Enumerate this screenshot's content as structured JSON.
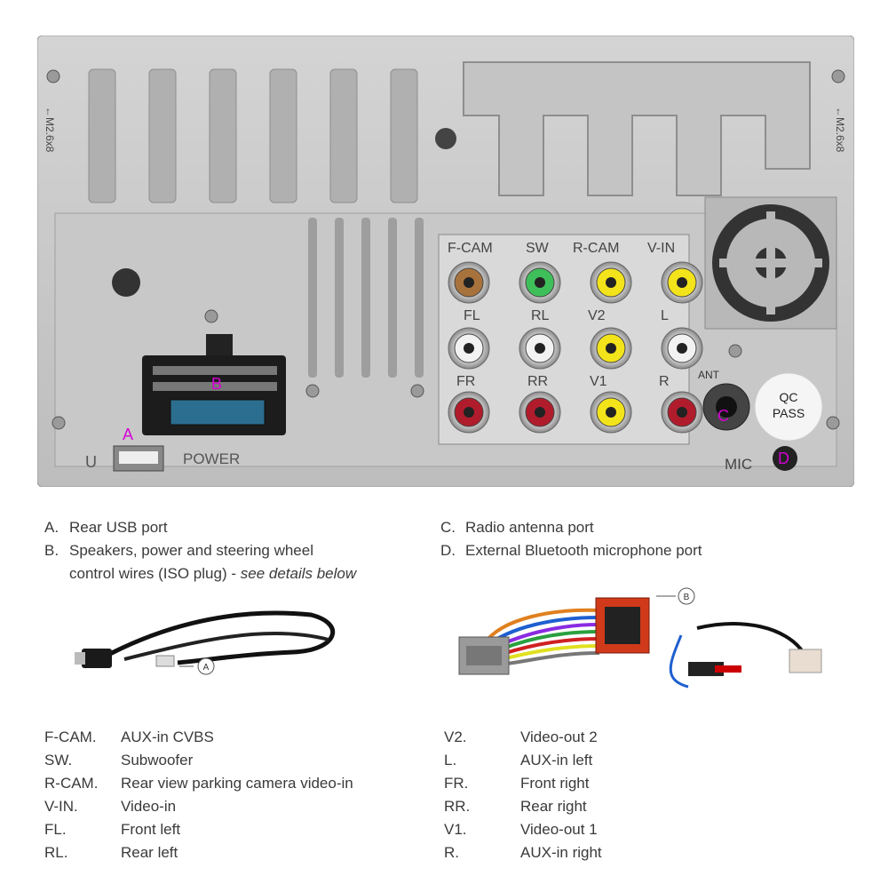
{
  "panel": {
    "labels": {
      "f_cam": "F-CAM",
      "sw": "SW",
      "r_cam": "R-CAM",
      "v_in": "V-IN",
      "fl": "FL",
      "rl": "RL",
      "v2": "V2",
      "l": "L",
      "fr": "FR",
      "rr": "RR",
      "v1": "V1",
      "r": "R",
      "ant": "ANT",
      "mic": "MIC",
      "u": "U",
      "power": "POWER",
      "qc1": "QC",
      "qc2": "PASS",
      "side_left": "←M2.6x8",
      "side_right": "←M2.6x8"
    },
    "markers": {
      "a": "A",
      "b": "B",
      "c": "C",
      "d": "D"
    },
    "colors": {
      "marker": "#d400d4",
      "brown": "#a8723c",
      "green": "#3fbf5a",
      "yellow": "#f3e31a",
      "white": "#f2f2f2",
      "red": "#b01c2c",
      "metal": "#bdbdbd"
    }
  },
  "legend": {
    "a": {
      "key": "A.",
      "text": "Rear USB port"
    },
    "b": {
      "key": "B.",
      "line1": "Speakers, power and steering wheel",
      "line2": "control wires (ISO plug) - ",
      "line2_em": "see details below"
    },
    "c": {
      "key": "C.",
      "text": "Radio antenna port"
    },
    "d": {
      "key": "D.",
      "text": "External Bluetooth microphone port"
    }
  },
  "callouts": {
    "a": "A",
    "b": "B"
  },
  "abbreviations_left": [
    {
      "abbr": "F-CAM.",
      "desc": "AUX-in CVBS"
    },
    {
      "abbr": "SW.",
      "desc": "Subwoofer"
    },
    {
      "abbr": "R-CAM.",
      "desc": "Rear view parking camera video-in"
    },
    {
      "abbr": "V-IN.",
      "desc": "Video-in"
    },
    {
      "abbr": "FL.",
      "desc": "Front left"
    },
    {
      "abbr": "RL.",
      "desc": "Rear left"
    }
  ],
  "abbreviations_right": [
    {
      "abbr": "V2.",
      "desc": "Video-out 2"
    },
    {
      "abbr": "L.",
      "desc": "AUX-in left"
    },
    {
      "abbr": "FR.",
      "desc": "Front right"
    },
    {
      "abbr": "RR.",
      "desc": "Rear right"
    },
    {
      "abbr": "V1.",
      "desc": "Video-out 1"
    },
    {
      "abbr": "R.",
      "desc": "AUX-in right"
    }
  ]
}
